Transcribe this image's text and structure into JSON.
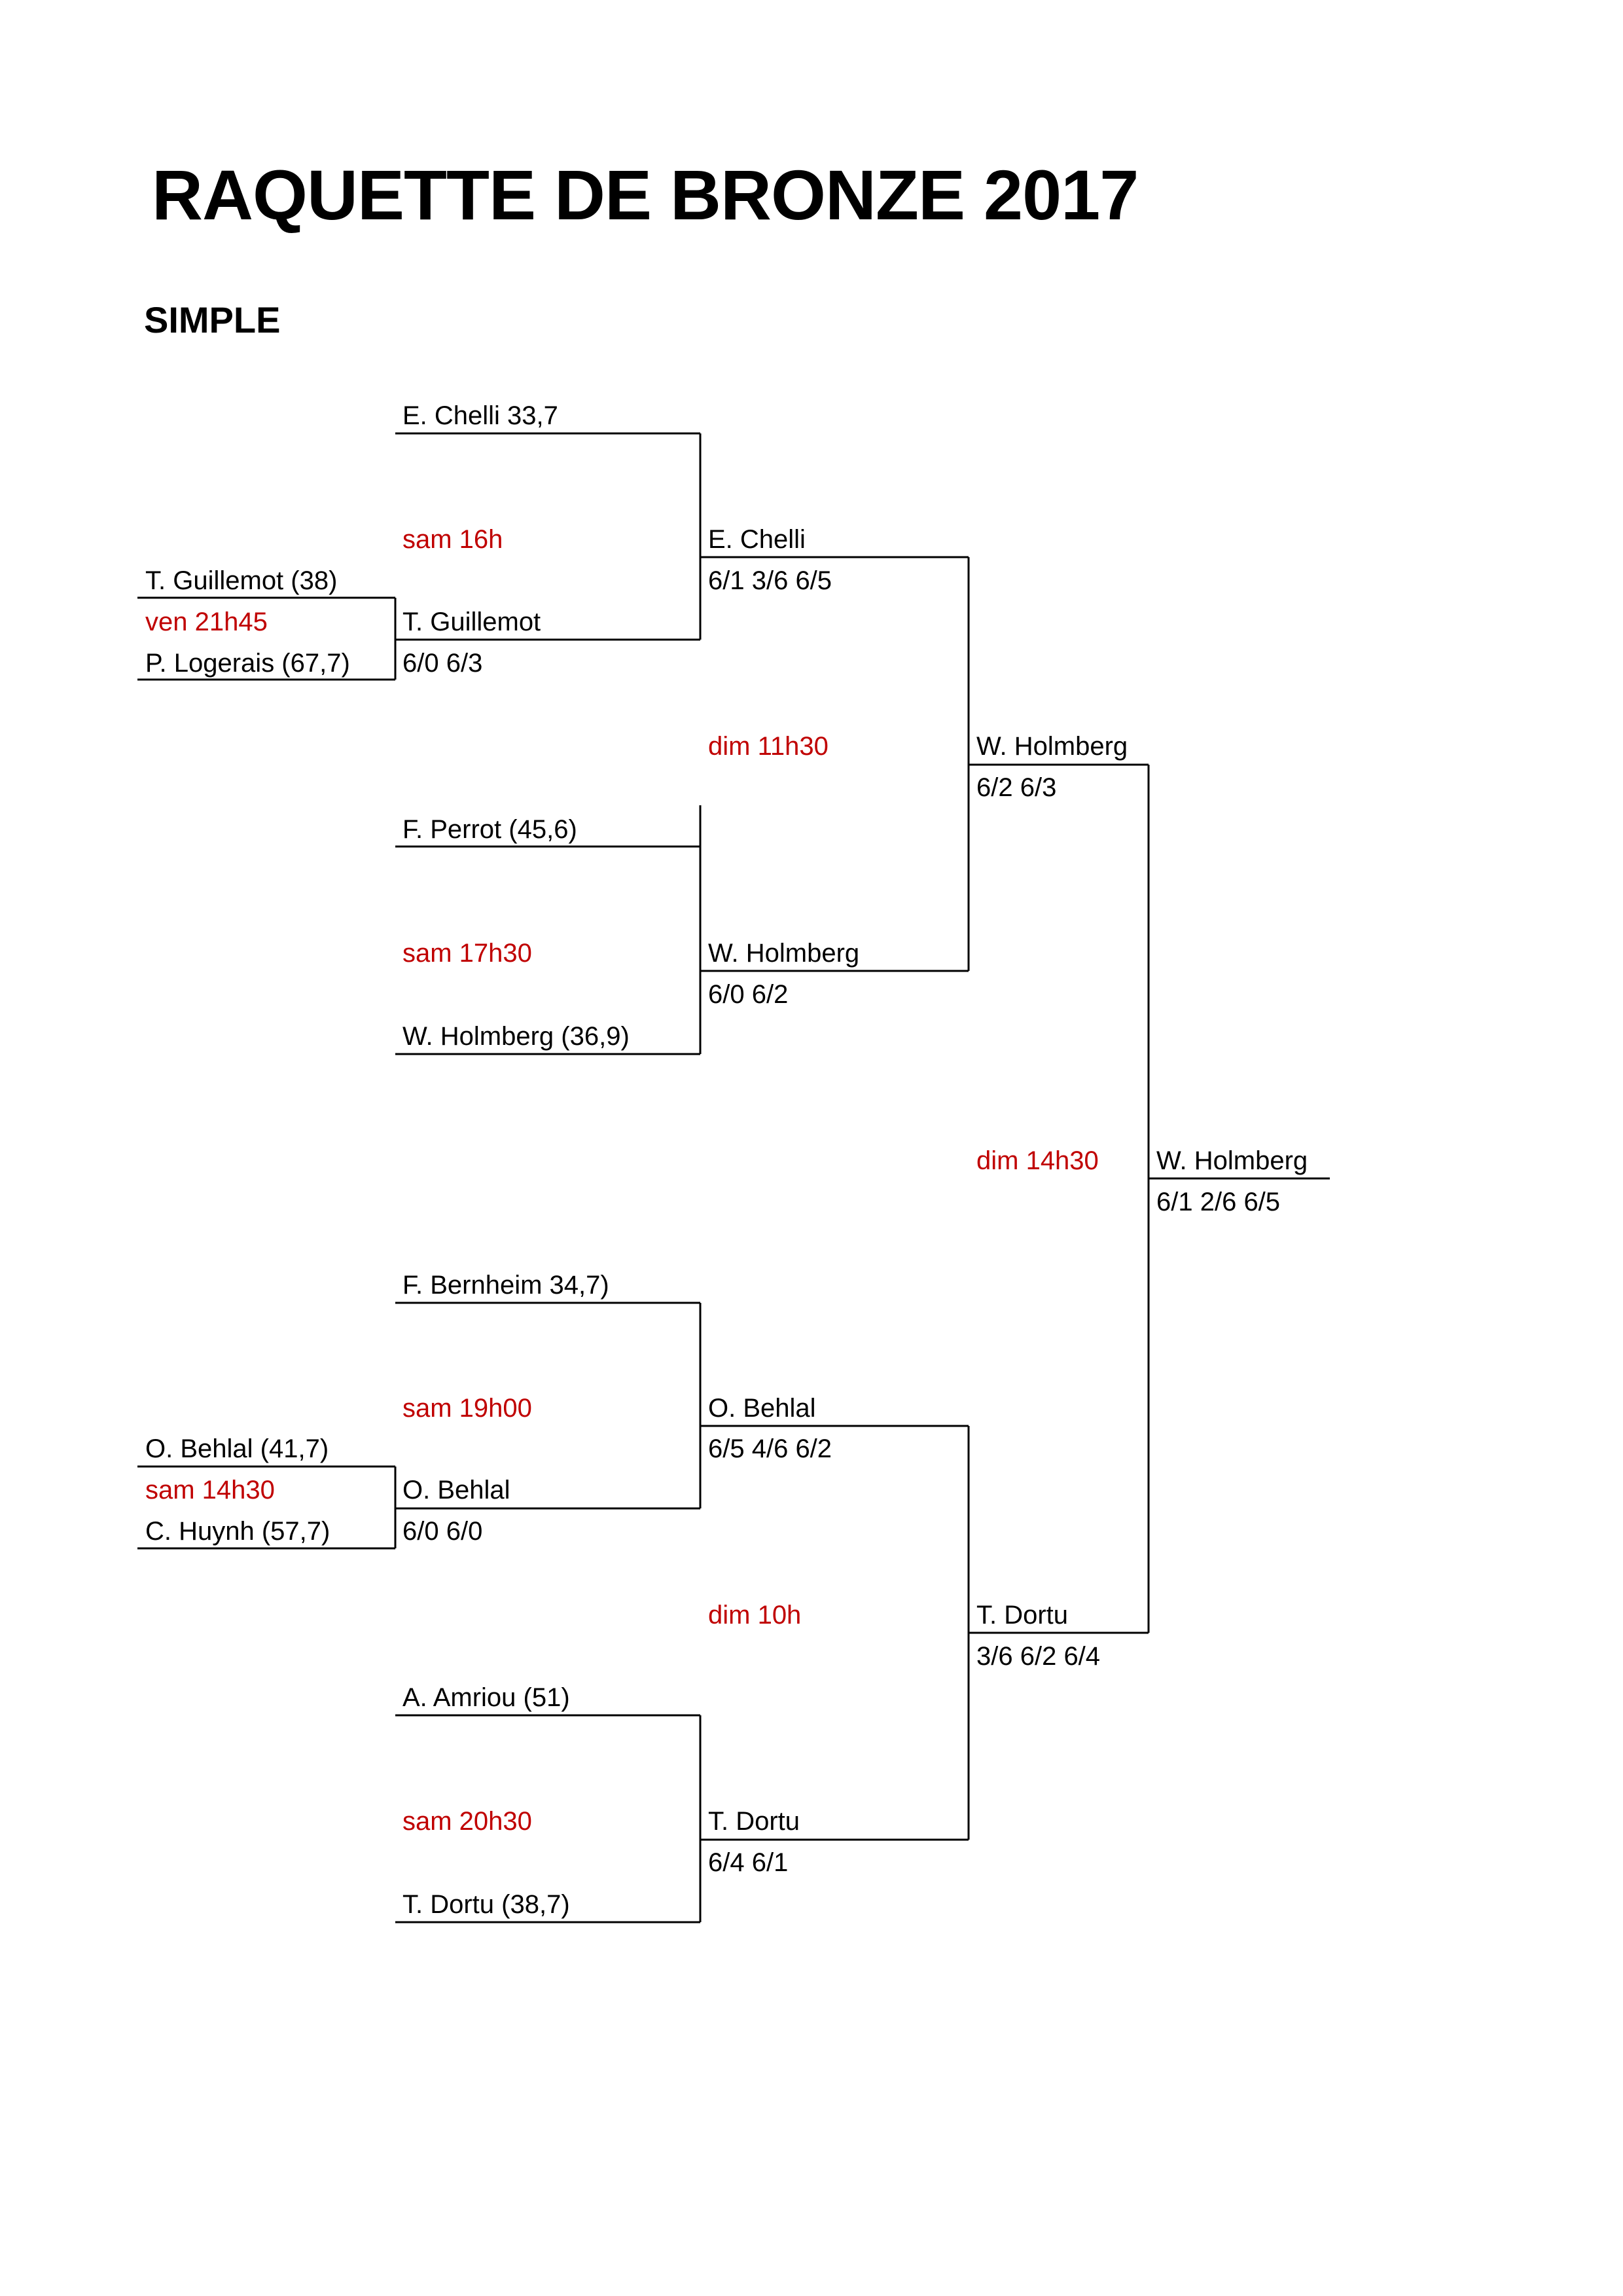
{
  "title": "RAQUETTE DE BRONZE 2017",
  "subtitle": "SIMPLE",
  "prelims": {
    "top": {
      "p1": "T. Guillemot (38)",
      "time": "ven 21h45",
      "p2": "P. Logerais (67,7)"
    },
    "bottom": {
      "p1": "O. Behlal (41,7)",
      "time": "sam 14h30",
      "p2": "C. Huynh (57,7)"
    }
  },
  "round1": {
    "m1": {
      "p1": "E. Chelli 33,7",
      "time": "sam 16h",
      "p2": "T. Guillemot",
      "p2_score": "6/0 6/3"
    },
    "m2": {
      "p1": "F. Perrot (45,6)",
      "time": "sam 17h30",
      "p2": "W. Holmberg (36,9)"
    },
    "m3": {
      "p1": "F. Bernheim 34,7)",
      "time": "sam 19h00",
      "p2": "O. Behlal",
      "p2_score": "6/0 6/0"
    },
    "m4": {
      "p1": "A. Amriou (51)",
      "time": "sam 20h30",
      "p2": "T. Dortu (38,7)"
    }
  },
  "quarter": {
    "w1": {
      "name": "E. Chelli",
      "score": "6/1 3/6 6/5"
    },
    "w2": {
      "name": "W. Holmberg",
      "score": "6/0 6/2"
    },
    "w3": {
      "name": "O. Behlal",
      "score": "6/5 4/6 6/2"
    },
    "w4": {
      "name": "T. Dortu",
      "score": "6/4 6/1"
    },
    "time_top": "dim 11h30",
    "time_bottom": "dim 10h"
  },
  "semi": {
    "w1": {
      "name": "W. Holmberg",
      "score": "6/2 6/3"
    },
    "w2": {
      "name": "T. Dortu",
      "score": "3/6 6/2 6/4"
    },
    "time": "dim 14h30"
  },
  "final": {
    "name": "W. Holmberg",
    "score": "6/1 2/6 6/5"
  },
  "colors": {
    "time": "#c00000",
    "text": "#000000",
    "line": "#000000"
  }
}
